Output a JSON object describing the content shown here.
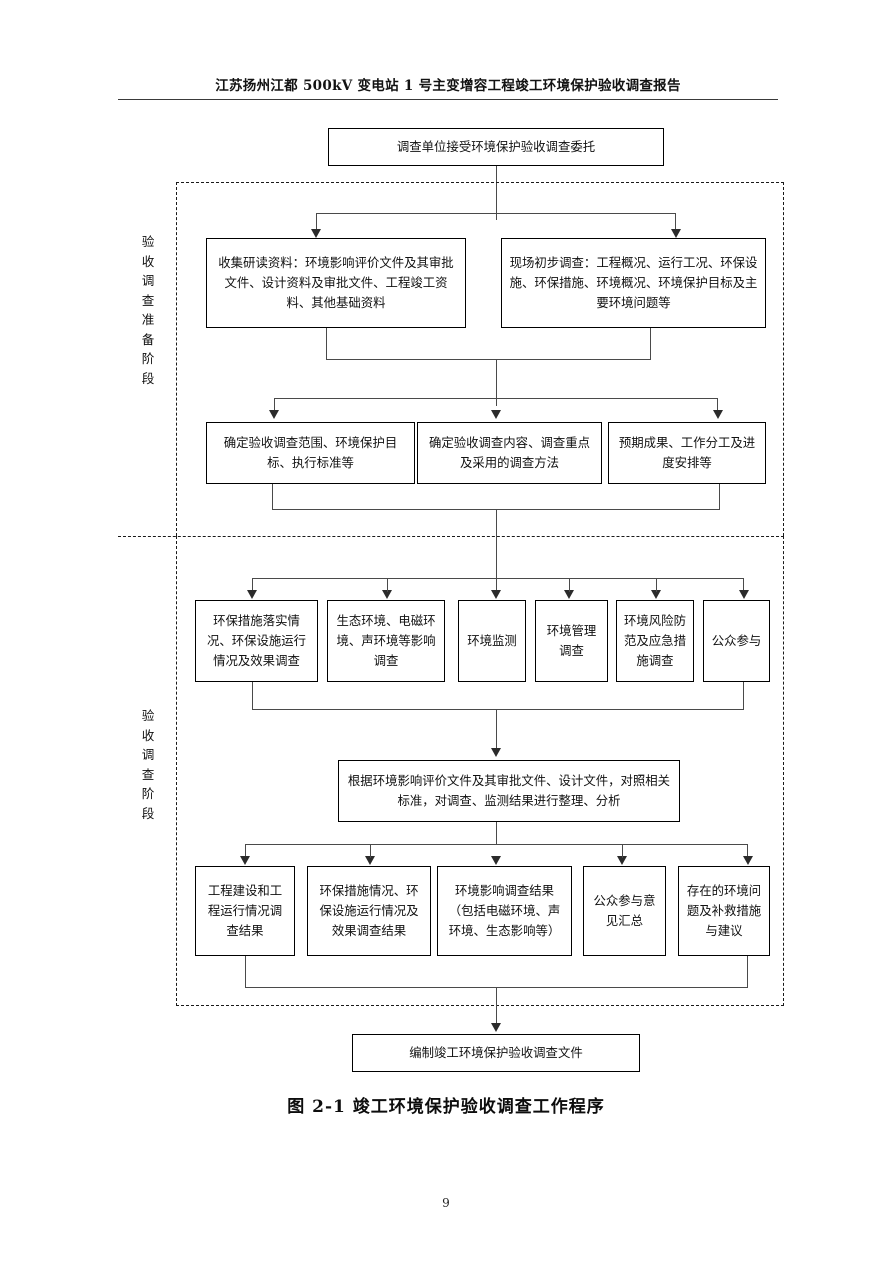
{
  "document": {
    "running_header": "江苏扬州江都 500kV 变电站 1 号主变增容工程竣工环境保护验收调查报告",
    "figure_caption": "图 2-1    竣工环境保护验收调查工作程序",
    "page_number": "9"
  },
  "stages": {
    "preparation_label": "验收调查准备阶段",
    "preparation_label_chars": [
      "验",
      "收",
      "调",
      "查",
      "准",
      "备",
      "阶",
      "段"
    ],
    "survey_label": "验收调查阶段",
    "survey_label_chars": [
      "验",
      "收",
      "调",
      "查",
      "阶",
      "段"
    ]
  },
  "flow": {
    "start": "调查单位接受环境保护验收调查委托",
    "prep_row1": [
      "收集研读资料：环境影响评价文件及其审批文件、设计资料及审批文件、工程竣工资料、其他基础资料",
      "现场初步调查：工程概况、运行工况、环保设施、环保措施、环境概况、环境保护目标及主要环境问题等"
    ],
    "prep_row2": [
      "确定验收调查范围、环境保护目标、执行标准等",
      "确定验收调查内容、调查重点及采用的调查方法",
      "预期成果、工作分工及进度安排等"
    ],
    "survey_row1": [
      "环保措施落实情况、环保设施运行情况及效果调查",
      "生态环境、电磁环境、声环境等影响调查",
      "环境监测",
      "环境管理调查",
      "环境风险防范及应急措施调查",
      "公众参与"
    ],
    "analysis": "根据环境影响评价文件及其审批文件、设计文件，对照相关标准，对调查、监测结果进行整理、分析",
    "survey_row2": [
      "工程建设和工程运行情况调查结果",
      "环保措施情况、环保设施运行情况及效果调查结果",
      "环境影响调查结果（包括电磁环境、声环境、生态影响等）",
      "公众参与意见汇总",
      "存在的环境问题及补救措施与建议"
    ],
    "end": "编制竣工环境保护验收调查文件"
  },
  "colors": {
    "ink": "#000000",
    "line": "#4a4a4a",
    "frame_dash": "#1a1a1a",
    "paper": "#ffffff"
  }
}
